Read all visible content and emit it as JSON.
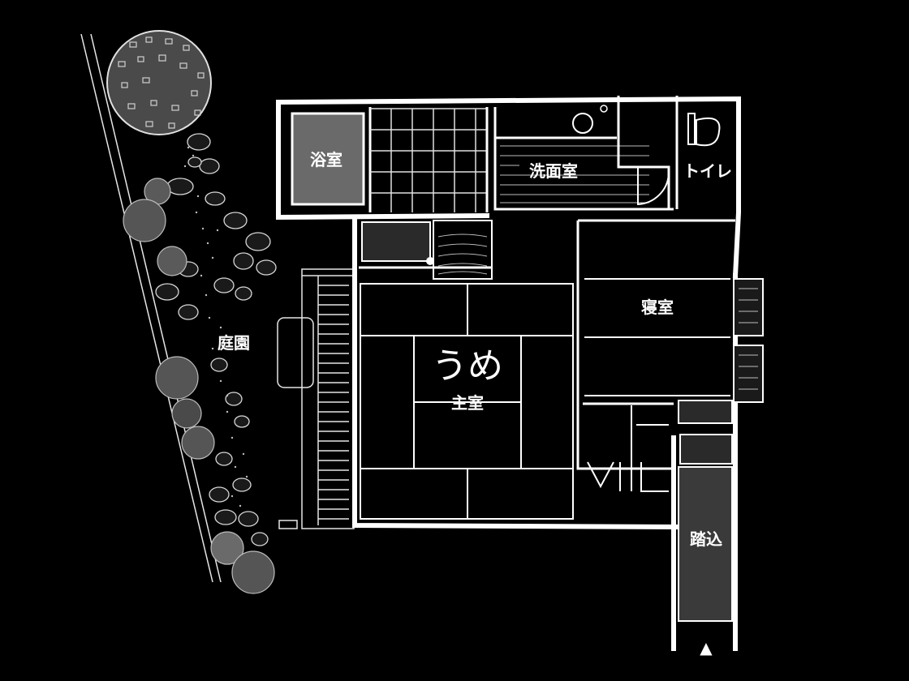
{
  "plan": {
    "room_name": "うめ",
    "rooms": {
      "bath": "浴室",
      "washroom": "洗面室",
      "toilet": "トイレ",
      "bedroom": "寝室",
      "main_room": "主室",
      "garden": "庭園",
      "entry": "踏込"
    },
    "entrance_marker": "▲",
    "colors": {
      "background": "#000000",
      "lines": "#ffffff",
      "bath_fill": "#6a6a6a",
      "entry_fill": "#3a3a3a",
      "tree_fill": "#555555"
    }
  }
}
